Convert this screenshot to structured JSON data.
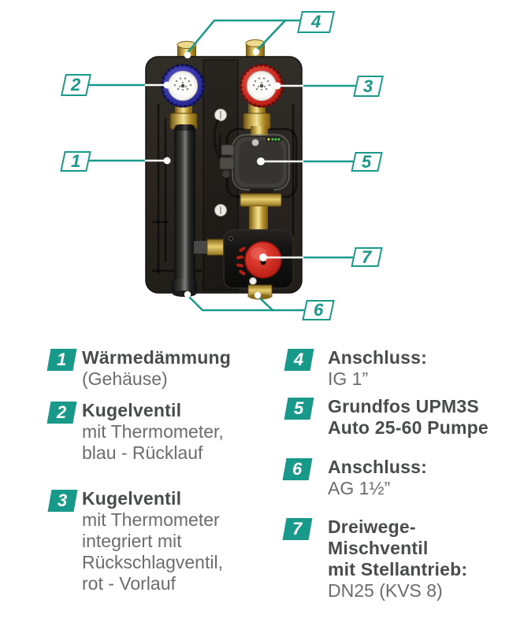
{
  "page": {
    "background": "#ffffff"
  },
  "colors": {
    "accent_teal": "#18998a",
    "callout_box_fill": "#ffffff",
    "legend_title_text": "#4a4b4d",
    "legend_body_text": "#6c6c6f",
    "insulation_foam": "#262219",
    "thermometer_ring_blue": "#2c2c96",
    "thermometer_ring_red": "#c6251b",
    "brass": "#c9a43b",
    "pump_body_gray": "#403f3c",
    "mixer_knob_red": "#d33025",
    "leader_line_on_dark": "#ffffff"
  },
  "legend": {
    "items": [
      {
        "number": "1",
        "title": "Wärmedämmung",
        "body": "(Gehäuse)"
      },
      {
        "number": "2",
        "title": "Kugelventil",
        "body": "mit Thermometer,\nblau - Rücklauf"
      },
      {
        "number": "3",
        "title": "Kugelventil",
        "body": "mit Thermometer\nintegriert mit\nRückschlagventil,\nrot - Vorlauf"
      },
      {
        "number": "4",
        "title": "Anschluss:",
        "body": "IG 1”"
      },
      {
        "number": "5",
        "title": "Grundfos UPM3S\nAuto 25-60 Pumpe",
        "body": ""
      },
      {
        "number": "6",
        "title": "Anschluss:",
        "body": "AG 1½”"
      },
      {
        "number": "7",
        "title": "Dreiwege-\nMischventil\nmit Stellantrieb:",
        "body": "DN25 (KVS 8)"
      }
    ]
  }
}
